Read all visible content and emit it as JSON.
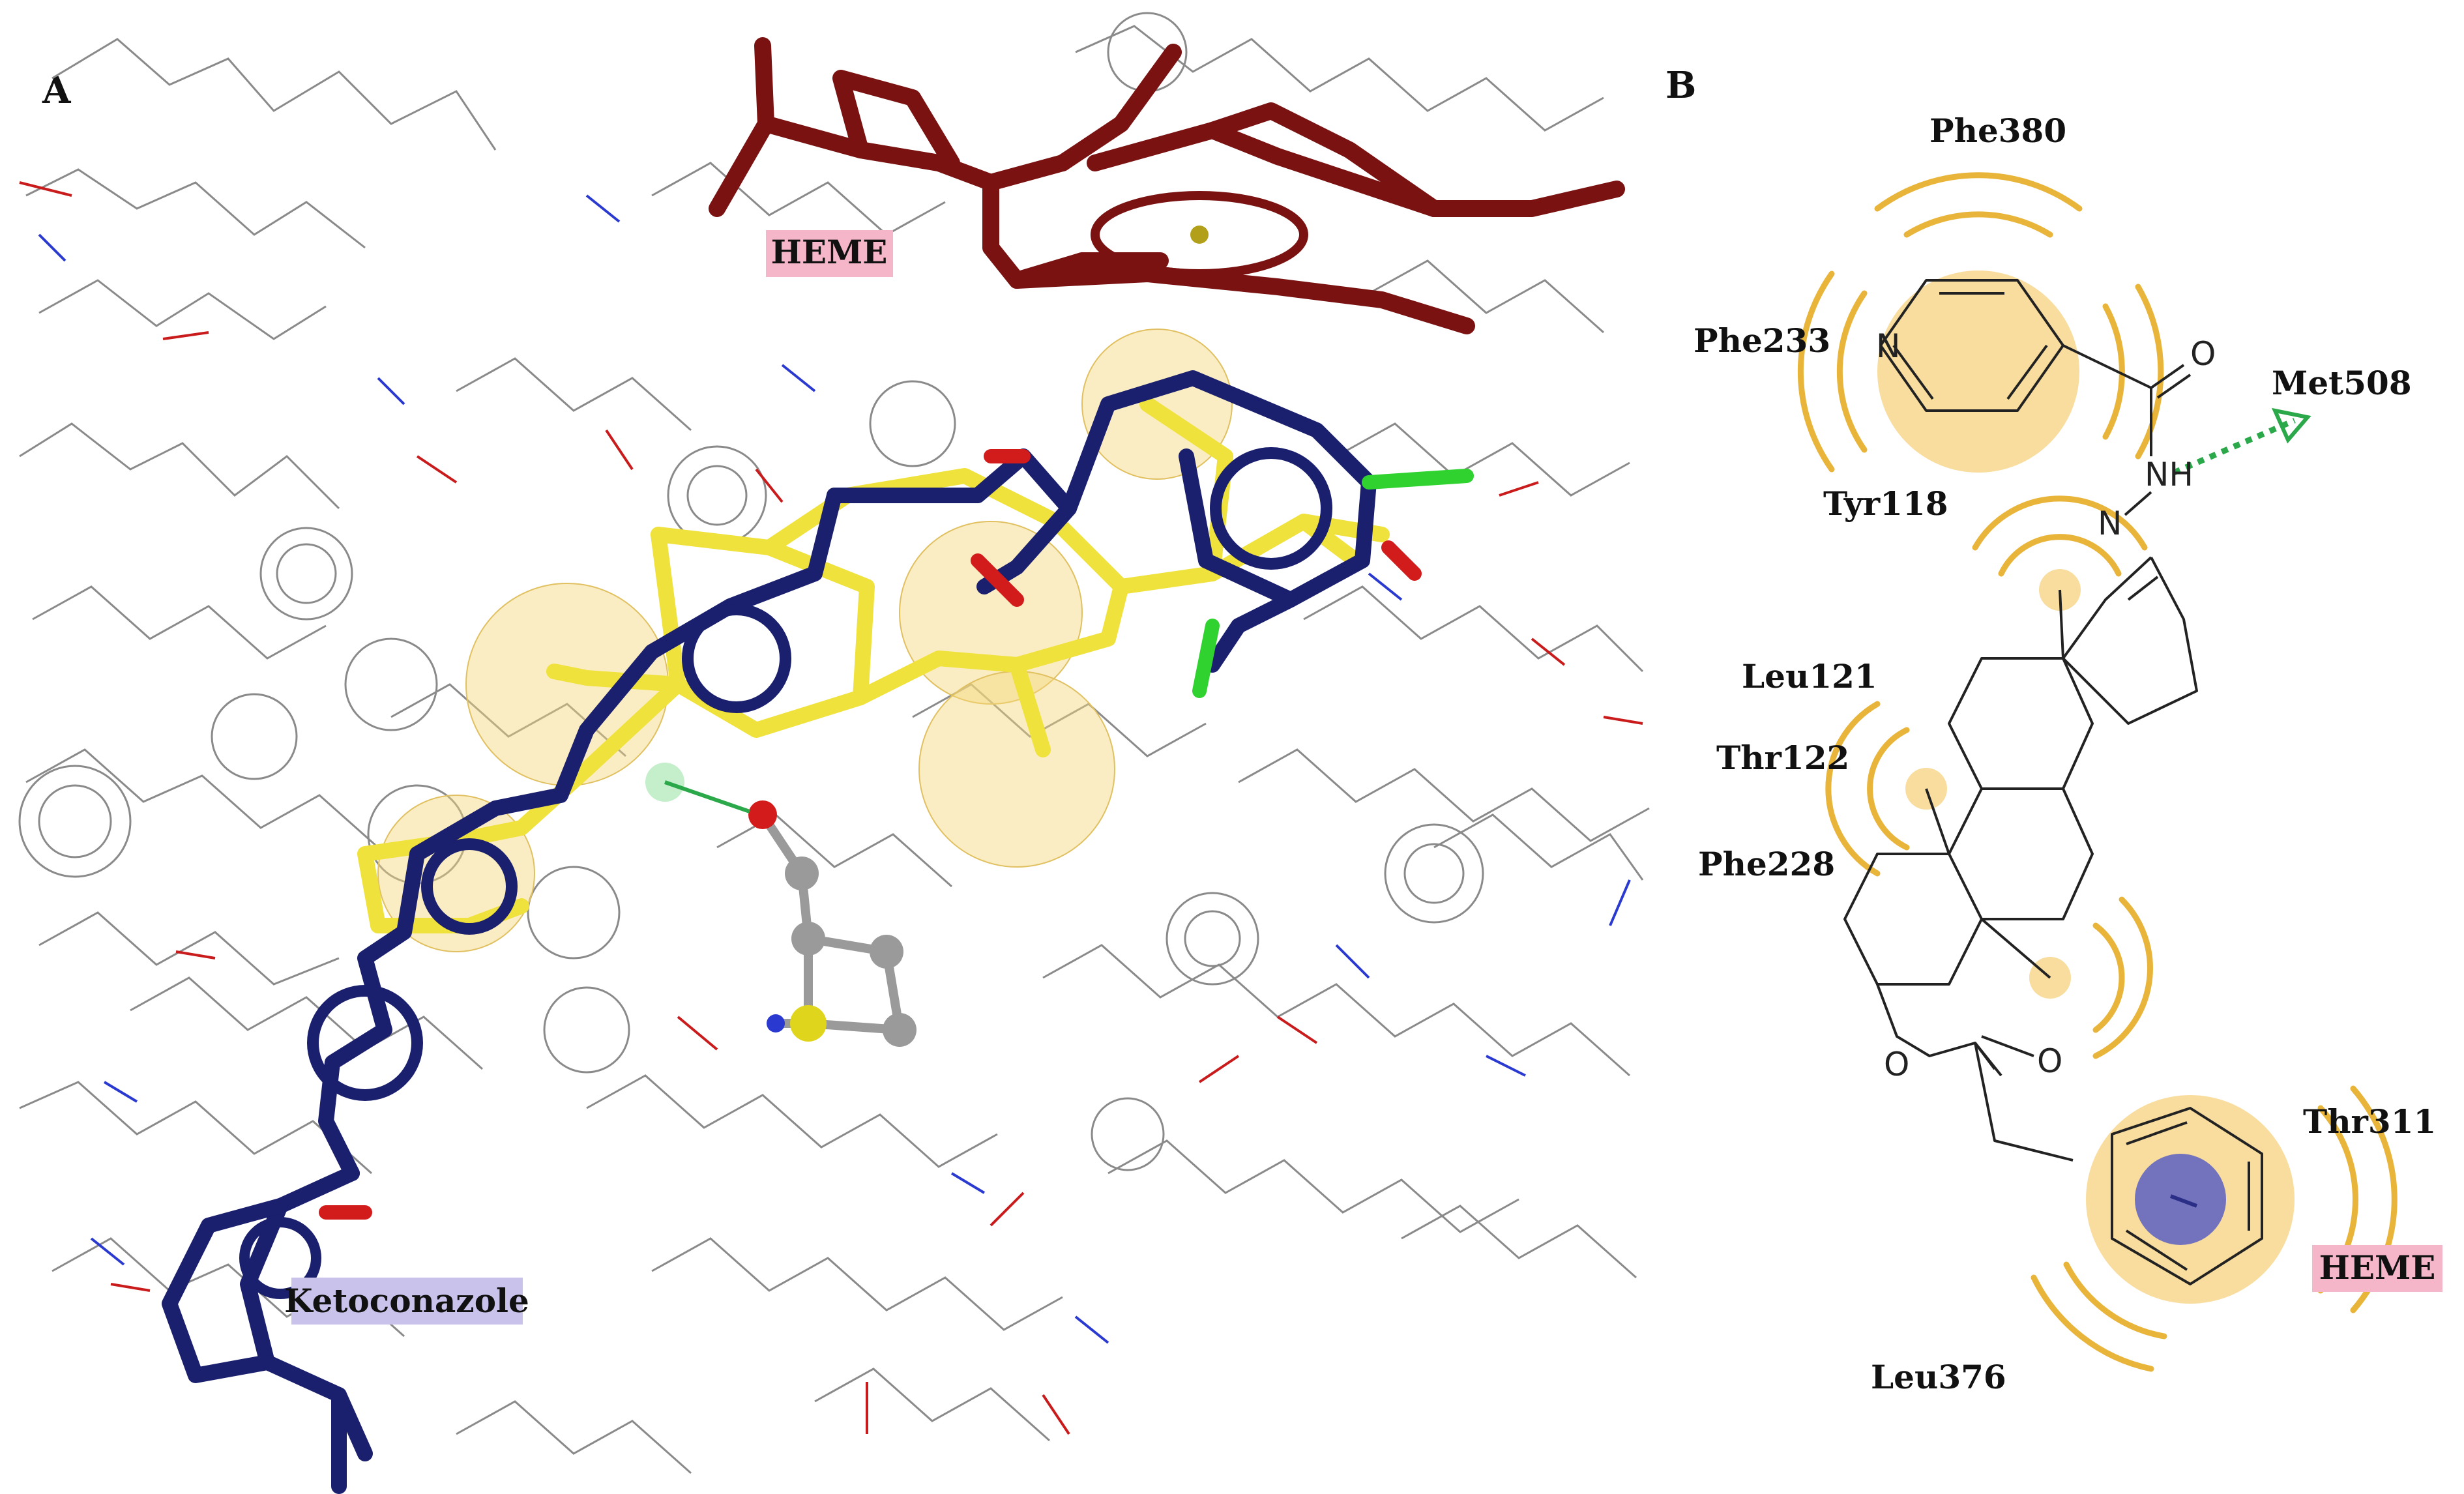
{
  "colors": {
    "heme": "#7a1212",
    "ketoconazole": "#1a1f6e",
    "ligand": "#f0e23c",
    "hydrophobic": "#e8b53a",
    "hbond": "#2aa84a",
    "heme_tag_bg": "#f4b6c8",
    "keto_tag_bg": "#c9c3ec"
  },
  "panel_a": {
    "letter": "A",
    "heme_tag": "HEME",
    "ketoconazole_tag": "Ketoconazole"
  },
  "panel_b": {
    "letter": "B",
    "residues": {
      "phe380": "Phe380",
      "phe233": "Phe233",
      "met508": "Met508",
      "tyr118": "Tyr118",
      "leu121": "Leu121",
      "thr122": "Thr122",
      "phe228": "Phe228",
      "thr311": "Thr311",
      "leu376": "Leu376"
    },
    "heme_tag": "HEME",
    "atoms": {
      "n_ring": "N",
      "o_carbonyl": "O",
      "nh": "NH",
      "n_imine": "N",
      "o_ester": "O",
      "o_ester_carbonyl": "O"
    }
  }
}
